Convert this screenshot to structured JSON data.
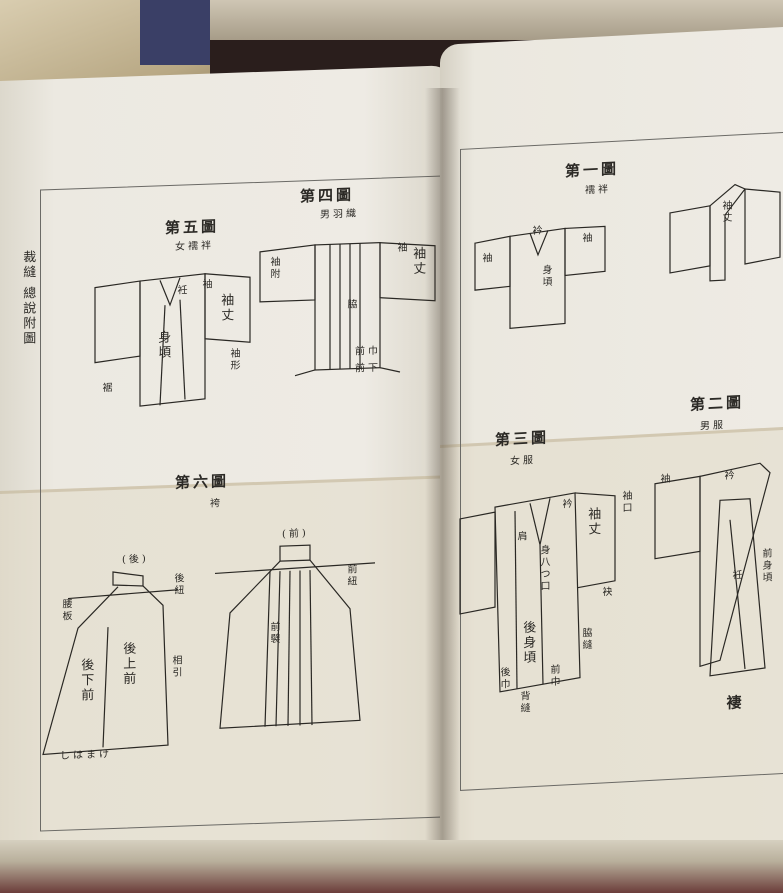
{
  "left_page": {
    "margin_title": "裁縫 總說附圖",
    "fig4": {
      "title": "第四圖",
      "subtitle": "男羽織",
      "labels": [
        "袖丈",
        "袖",
        "袖附",
        "脇",
        "前下",
        "前巾"
      ]
    },
    "fig5": {
      "title": "第五圖",
      "subtitle": "女襦袢",
      "labels": [
        "袖",
        "袖丈",
        "衽",
        "身頃",
        "袖形",
        "裾"
      ]
    },
    "fig6": {
      "title": "第六圖",
      "subtitle": "袴",
      "back_label": "(後)",
      "front_label": "(前)",
      "labels": [
        "腰板",
        "後紐",
        "前紐",
        "相引",
        "後下前",
        "後上前",
        "前襞",
        "しはまけ"
      ]
    }
  },
  "right_page": {
    "fig1": {
      "title": "第一圖",
      "subtitle": "襦袢",
      "labels": [
        "袖",
        "衿",
        "身頃",
        "袖",
        "袖丈"
      ]
    },
    "fig2": {
      "title": "第二圖",
      "subtitle": "男服",
      "labels": [
        "袖",
        "衿",
        "前身頃",
        "衽",
        "褄"
      ]
    },
    "fig3": {
      "title": "第三圖",
      "subtitle": "女服",
      "labels": [
        "袖口",
        "袖丈",
        "衿",
        "肩",
        "身八つ口",
        "後身頃",
        "脇縫",
        "背縫",
        "後巾",
        "前巾",
        "袂"
      ]
    }
  }
}
